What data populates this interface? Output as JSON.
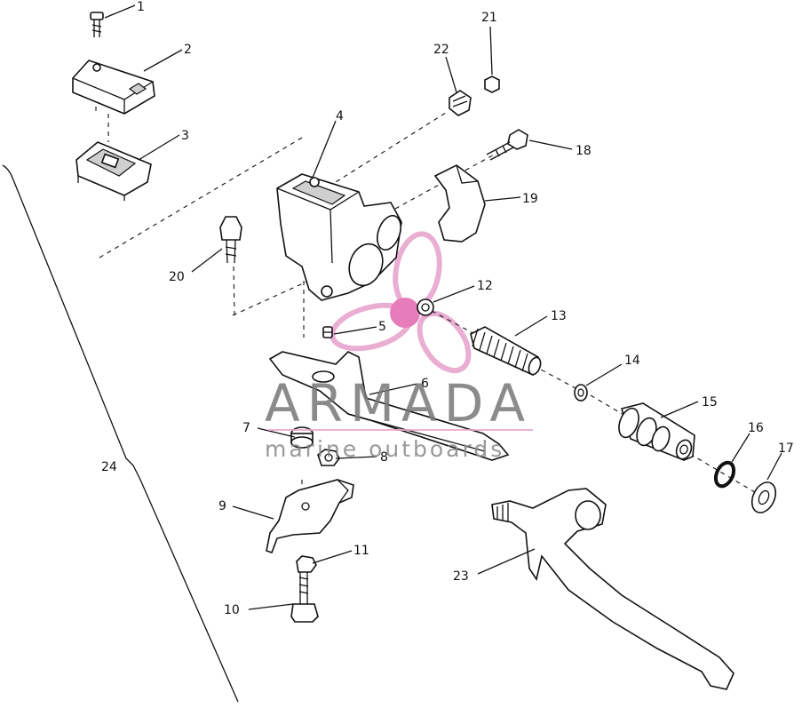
{
  "diagram": {
    "callouts": [
      {
        "id": "c1",
        "label": "1"
      },
      {
        "id": "c2",
        "label": "2"
      },
      {
        "id": "c3",
        "label": "3"
      },
      {
        "id": "c4",
        "label": "4"
      },
      {
        "id": "c5",
        "label": "5"
      },
      {
        "id": "c6",
        "label": "6"
      },
      {
        "id": "c7",
        "label": "7"
      },
      {
        "id": "c8",
        "label": "8"
      },
      {
        "id": "c9",
        "label": "9"
      },
      {
        "id": "c10",
        "label": "10"
      },
      {
        "id": "c11",
        "label": "11"
      },
      {
        "id": "c12",
        "label": "12"
      },
      {
        "id": "c13",
        "label": "13"
      },
      {
        "id": "c14",
        "label": "14"
      },
      {
        "id": "c15",
        "label": "15"
      },
      {
        "id": "c16",
        "label": "16"
      },
      {
        "id": "c17",
        "label": "17"
      },
      {
        "id": "c18",
        "label": "18"
      },
      {
        "id": "c19",
        "label": "19"
      },
      {
        "id": "c20",
        "label": "20"
      },
      {
        "id": "c21",
        "label": "21"
      },
      {
        "id": "c22",
        "label": "22"
      },
      {
        "id": "c23",
        "label": "23"
      },
      {
        "id": "c24",
        "label": "24"
      }
    ]
  },
  "watermark": {
    "brand": "ARMADA",
    "tagline": "marine outboards",
    "logo_color": "#e8a6cf",
    "logo_center_color": "#e46fb3"
  }
}
